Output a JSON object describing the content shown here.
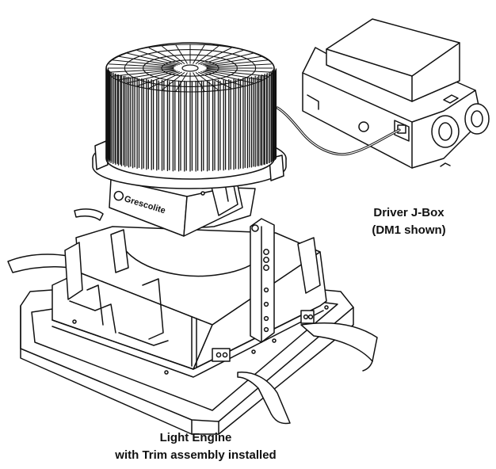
{
  "labels": {
    "driver_line1": "Driver J-Box",
    "driver_line2": "(DM1 shown)",
    "engine_line1": "Light Engine",
    "engine_line2": "with Trim assembly installed",
    "brand": "Grescolite"
  },
  "colors": {
    "line": "#111111",
    "background": "#ffffff"
  }
}
